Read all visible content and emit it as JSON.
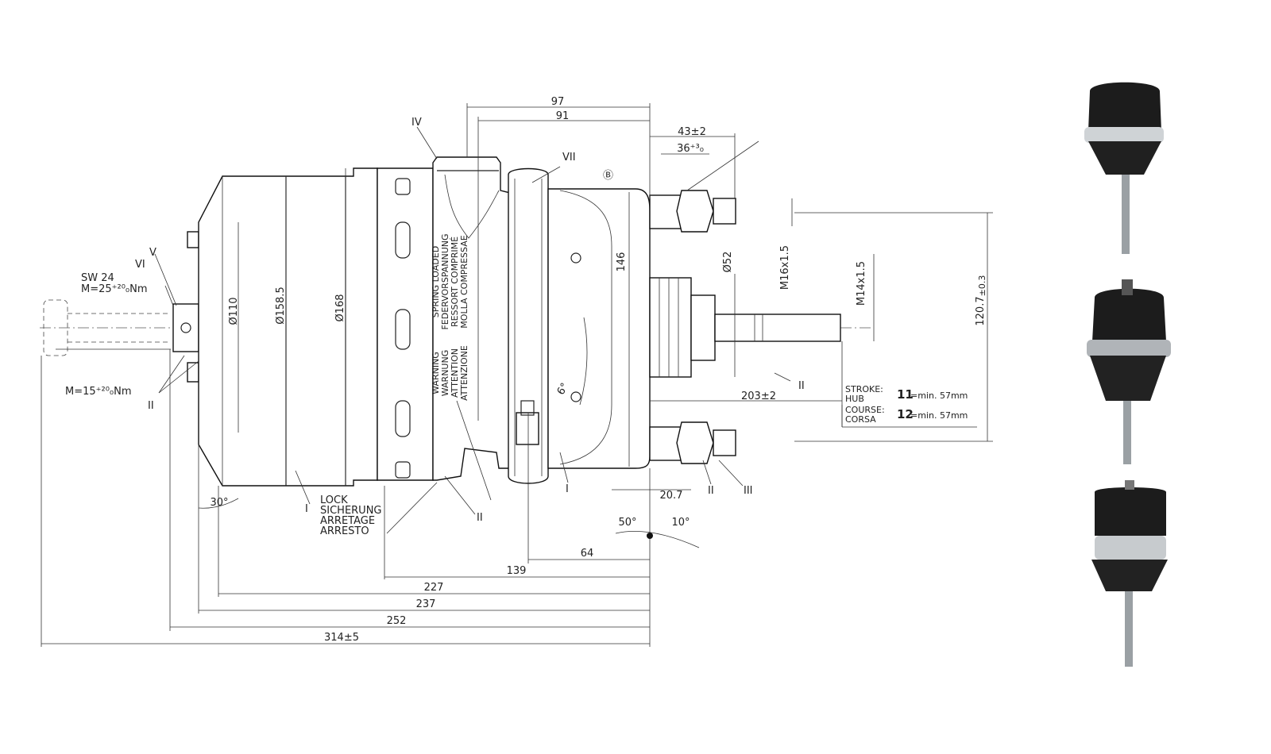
{
  "dimensions": {
    "d97": "97",
    "d91": "91",
    "d43": "43±2",
    "d36": "36⁺³₀",
    "d146": "146",
    "d52": "Ø52",
    "d110": "Ø110",
    "d158": "Ø158.5",
    "d168": "Ø168",
    "m16": "M16x1.5",
    "m14": "M14x1.5",
    "d120": "120.7",
    "d120tol": "±0.3",
    "d203": "203±2",
    "d20": "20.7",
    "d64": "64",
    "d139": "139",
    "d227": "227",
    "d237": "237",
    "d252": "252",
    "d314": "314±5",
    "a30": "30°",
    "a50": "50°",
    "a10": "10°",
    "a6": "6°"
  },
  "labels": {
    "sw": "SW 24",
    "torque1": "M=25⁺²⁰₀Nm",
    "torque2": "M=15⁺²⁰₀Nm",
    "b": "Ⓑ",
    "spring": [
      "SPRING LOADED",
      "FEDERVORSPANNUNG",
      "RESSORT COMPRIMÉ",
      "MOLLA COMPRESSAE"
    ],
    "warning": [
      "WARNING",
      "WARNUNG",
      "ATTENTION",
      "ATTENZIONE"
    ],
    "lock": [
      "LOCK",
      "SICHERUNG",
      "ARRETAGE",
      "ARRESTO"
    ]
  },
  "ports": {
    "IV": "IV",
    "VII": "VII",
    "VI": "VI",
    "V": "V",
    "II_a": "II",
    "II_b": "II",
    "II_c": "II",
    "II_d": "II",
    "I_a": "I",
    "I_b": "I",
    "III": "III"
  },
  "stroke_box": {
    "l1": "STROKE:",
    "l2": "HUB",
    "l3": "COURSE:",
    "l4": "CORSA",
    "v1": "11",
    "v1_text": "=min. 57mm",
    "v2": "12",
    "v2_text": "=min. 57mm"
  }
}
